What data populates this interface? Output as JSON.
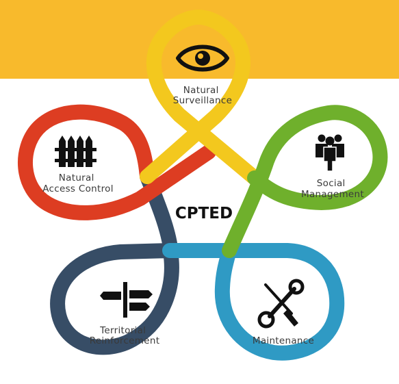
{
  "diagram": {
    "center_label": "CPTED",
    "colors": {
      "banner": "#f8ba2c",
      "surveillance": "#f3c81e",
      "social": "#6fb02c",
      "maintenance": "#2f9ac4",
      "territorial": "#374d66",
      "access": "#dd3d22"
    },
    "nodes": [
      {
        "id": "natural-surveillance",
        "icon": "eye-icon",
        "line1": "Natural",
        "line2": "Surveillance"
      },
      {
        "id": "social-management",
        "icon": "people-group-icon",
        "line1": "Social",
        "line2": "Management"
      },
      {
        "id": "maintenance",
        "icon": "wrench-screwdriver-icon",
        "line1": "Maintenance"
      },
      {
        "id": "territorial-reinforcement",
        "icon": "signpost-icon",
        "line1": "Territorial",
        "line2": "Reinforcement"
      },
      {
        "id": "natural-access-control",
        "icon": "fence-icon",
        "line1": "Natural",
        "line2": "Access Control"
      }
    ]
  }
}
